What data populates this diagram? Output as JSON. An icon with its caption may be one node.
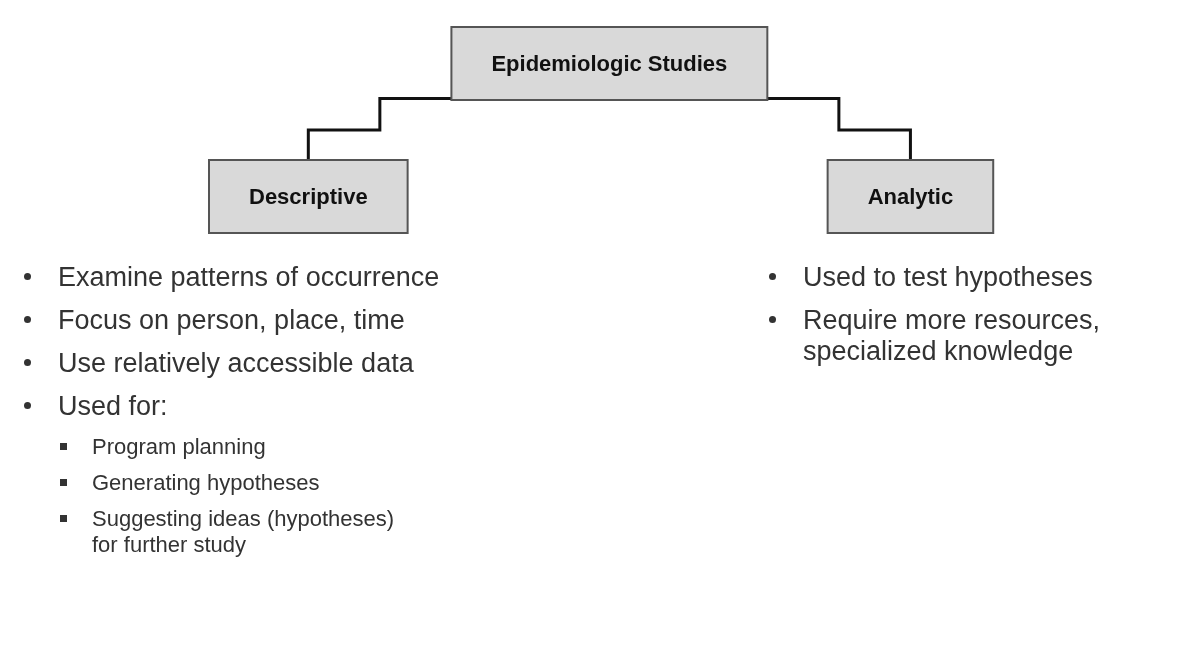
{
  "diagram": {
    "nodes": [
      {
        "text": [
          "Epidemiologic Studies"
        ]
      },
      {
        "text": [
          "Descriptive"
        ]
      },
      {
        "text": [
          "Analytic"
        ]
      }
    ],
    "edges": [
      {
        "from": 0,
        "to": 1,
        "arrow": "none"
      },
      {
        "from": 0,
        "to": 2,
        "arrow": "none"
      }
    ],
    "labels": [
      "Examine patterns of occurrence",
      "Focus on person, place, time",
      "Use relatively accessible data",
      "Used for:",
      "Program planning",
      "Generating hypotheses",
      "Suggesting ideas (hypotheses) for further study",
      "Used to test hypotheses",
      "Require more resources, specialized knowledge"
    ]
  }
}
